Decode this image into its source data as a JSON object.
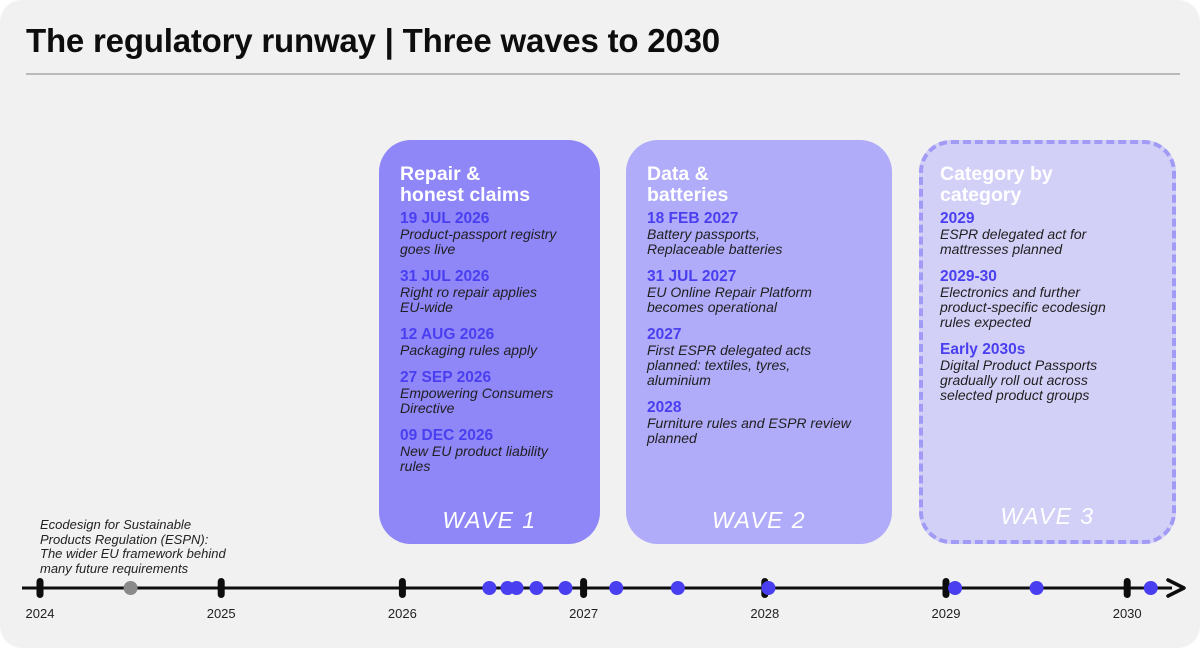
{
  "title": "The regulatory runway | Three waves to 2030",
  "colors": {
    "background": "#f1f1f1",
    "wave1": "#8f86f8",
    "wave2": "#b0acf9",
    "wave3": "#d3d0f8",
    "accent_date": "#4a3ff0",
    "milestone_dot": "#4a3ff0",
    "espn_dot": "#8a8a8a"
  },
  "waves": [
    {
      "heading": "Repair &\nhonest claims",
      "label": "WAVE 1",
      "events": [
        {
          "date": "19 JUL 2026",
          "text": "Product-passport registry\ngoes live"
        },
        {
          "date": "31 JUL 2026",
          "text": "Right ro repair applies\nEU-wide"
        },
        {
          "date": "12 AUG 2026",
          "text": "Packaging rules apply"
        },
        {
          "date": "27 SEP 2026",
          "text": "Empowering Consumers\nDirective"
        },
        {
          "date": "09 DEC 2026",
          "text": "New EU product liability\nrules"
        }
      ]
    },
    {
      "heading": "Data &\nbatteries",
      "label": "WAVE 2",
      "events": [
        {
          "date": "18 FEB 2027",
          "text": "Battery passports,\nReplaceable batteries"
        },
        {
          "date": "31 JUL 2027",
          "text": "EU Online Repair Platform\nbecomes operational"
        },
        {
          "date": "2027",
          "text": "First ESPR delegated acts\nplanned: textiles, tyres,\naluminium"
        },
        {
          "date": "2028",
          "text": "Furniture rules and ESPR review\nplanned"
        }
      ]
    },
    {
      "heading": "Category by\ncategory",
      "label": "WAVE 3",
      "events": [
        {
          "date": "2029",
          "text": "ESPR delegated act for\nmattresses planned"
        },
        {
          "date": "2029-30",
          "text": "Electronics and further\nproduct-specific ecodesign\nrules expected"
        },
        {
          "date": "Early 2030s",
          "text": "Digital Product Passports\ngradually roll out across\nselected product groups"
        }
      ]
    }
  ],
  "espn_note": "Ecodesign for Sustainable\nProducts Regulation (ESPN):\nThe wider EU framework behind\nmany future requirements",
  "timeline": {
    "years": [
      "2024",
      "2025",
      "2026",
      "2027",
      "2028",
      "2029",
      "2030"
    ],
    "espn_marker_year": 2024.5,
    "milestones": [
      2026.48,
      2026.58,
      2026.63,
      2026.74,
      2026.9,
      2027.18,
      2027.52,
      2028.02,
      2029.05,
      2029.5,
      2030.13
    ]
  }
}
